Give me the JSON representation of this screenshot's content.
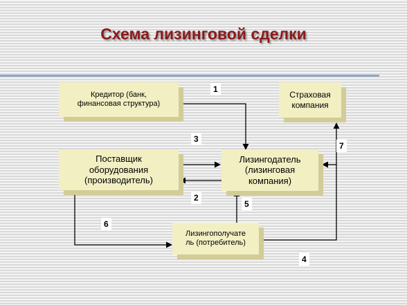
{
  "title": "Схема лизинговой сделки",
  "boxes": {
    "creditor": {
      "line1": "Кредитор (банк,",
      "line2": "финансовая структура)"
    },
    "insurance": {
      "line1": "Страховая",
      "line2": "компания"
    },
    "supplier": {
      "line1": "Поставщик",
      "line2": "оборудования",
      "line3": "(производитель)"
    },
    "lessor": {
      "line1": "Лизингодатель",
      "line2": "(лизинговая",
      "line3": "компания)"
    },
    "lessee": {
      "line1": "Лизингополучате",
      "line2": "ль  (потребитель)"
    }
  },
  "numbers": {
    "n1": "1",
    "n2": "2",
    "n3": "3",
    "n4": "4",
    "n5": "5",
    "n6": "6",
    "n7": "7"
  },
  "colors": {
    "title": "#8b1a1a",
    "box_fill": "#f2efc3",
    "box_shadow": "#d2cd96",
    "rule": "#8ea6c8"
  }
}
